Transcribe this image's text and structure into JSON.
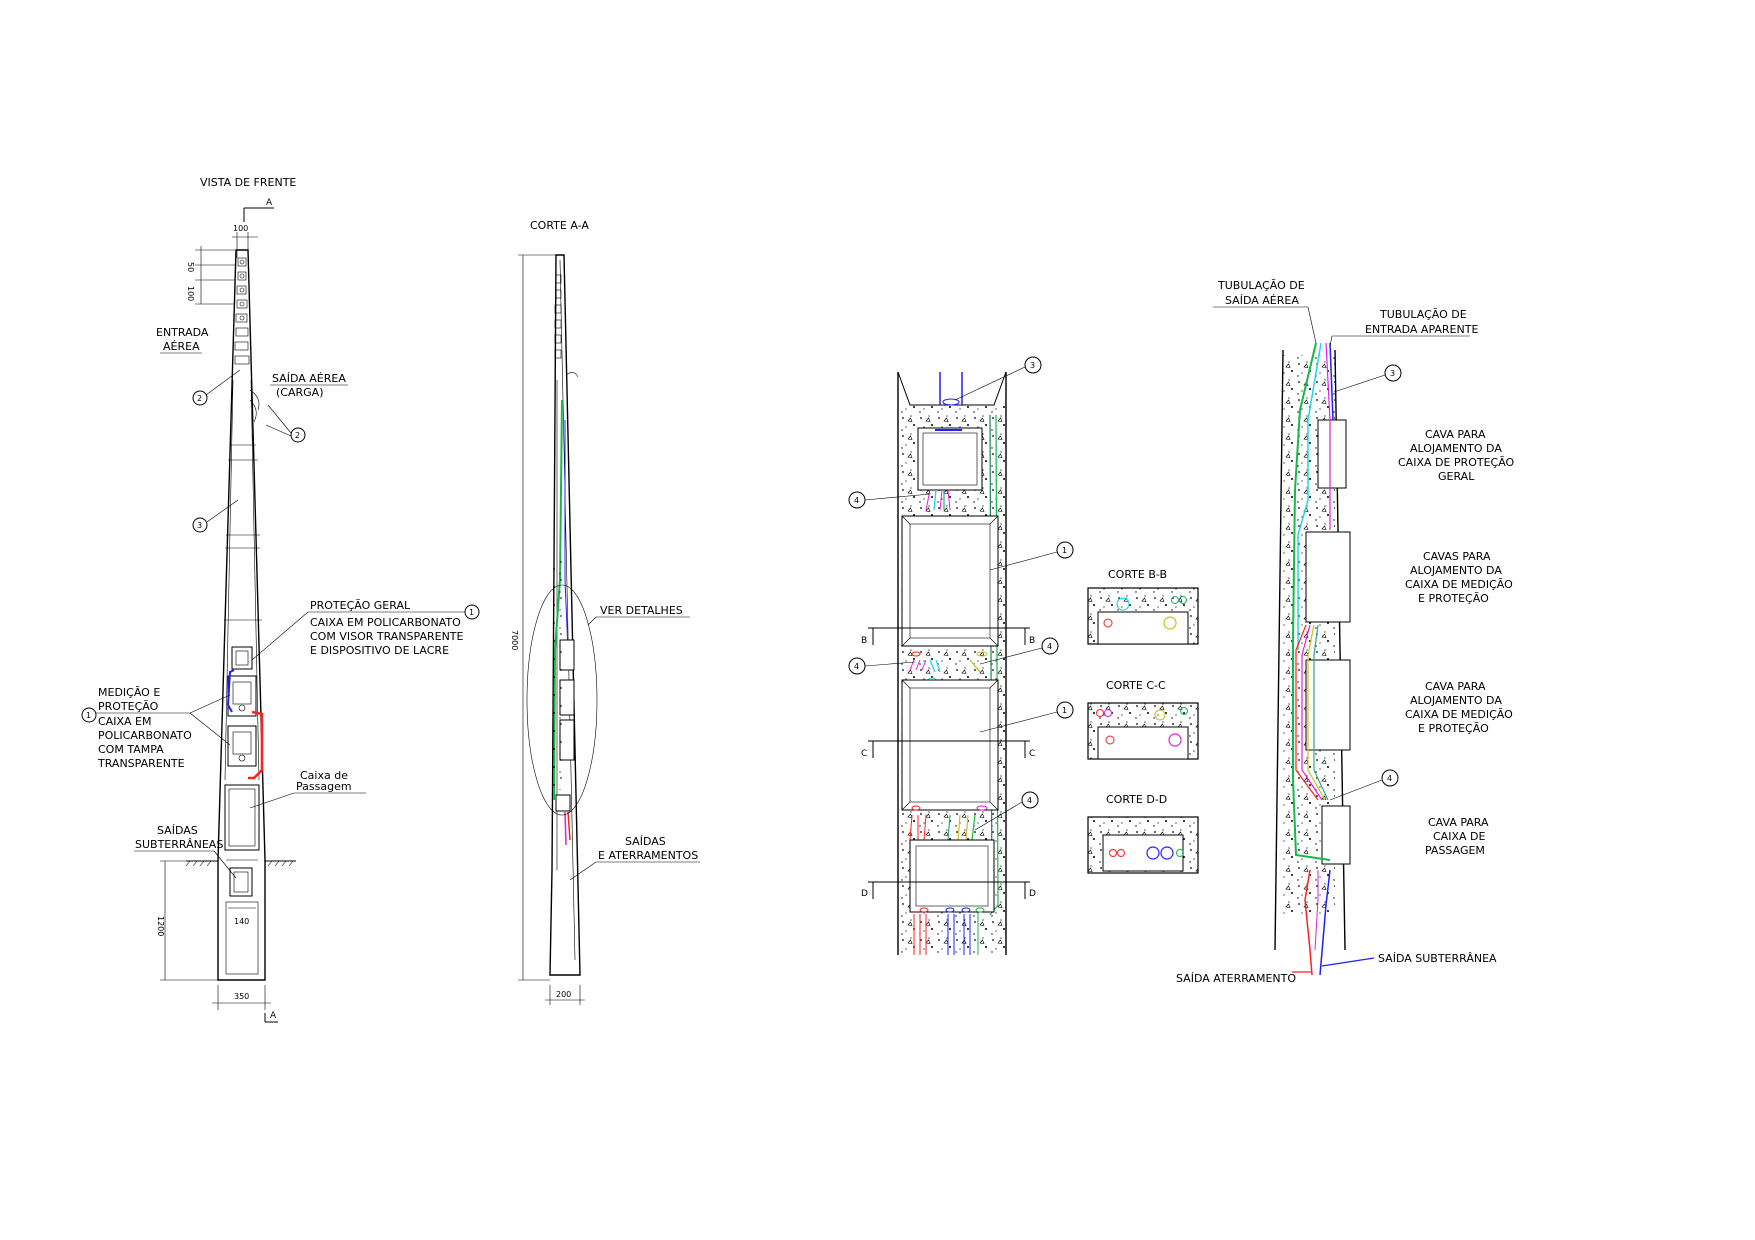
{
  "views": {
    "front": {
      "title": "VISTA DE FRENTE",
      "section_mark": "A"
    },
    "corte_aa": {
      "title": "CORTE A-A"
    },
    "corte_bb": {
      "title": "CORTE B-B",
      "mark": "B"
    },
    "corte_cc": {
      "title": "CORTE C-C",
      "mark": "C"
    },
    "corte_dd": {
      "title": "CORTE D-D",
      "mark": "D"
    }
  },
  "dimensions": {
    "top_width": "100",
    "spacing_small": "50",
    "spacing_large": "100",
    "buried_depth": "1200",
    "box_width": "140",
    "base_width": "350",
    "total_height": "7000",
    "side_width": "200"
  },
  "balloons": {
    "b1": "1",
    "b2": "2",
    "b3": "3",
    "b4": "4"
  },
  "labels": {
    "entrada_aerea_1": "ENTRADA",
    "entrada_aerea_2": "AÉREA",
    "saida_aerea_1": "SAÍDA AÉREA",
    "saida_aerea_2": "(CARGA)",
    "protecao_geral": "PROTEÇÃO GERAL",
    "caixa_policarbonato_1": "CAIXA EM POLICARBONATO",
    "caixa_policarbonato_2": "COM VISOR TRANSPARENTE",
    "caixa_policarbonato_3": "E DISPOSITIVO DE LACRE",
    "medicao_1": "MEDIÇÃO E",
    "medicao_2": "PROTEÇÃO",
    "medicao_3": "CAIXA EM",
    "medicao_4": "POLICARBONATO",
    "medicao_5": "COM TAMPA",
    "medicao_6": "TRANSPARENTE",
    "caixa_passagem_1": "Caixa de",
    "caixa_passagem_2": "Passagem",
    "saidas_sub_1": "SAÍDAS",
    "saidas_sub_2": "SUBTERRÂNEAS",
    "ver_detalhes": "VER DETALHES",
    "saidas_aterr_1": "SAÍDAS",
    "saidas_aterr_2": "E ATERRAMENTOS",
    "tub_saida_1": "TUBULAÇÃO DE",
    "tub_saida_2": "SAÍDA AÉREA",
    "tub_entrada_1": "TUBULAÇÃO DE",
    "tub_entrada_2": "ENTRADA APARENTE",
    "cava_pg_1": "CAVA PARA",
    "cava_pg_2": "ALOJAMENTO DA",
    "cava_pg_3": "CAIXA DE PROTEÇÃO",
    "cava_pg_4": "GERAL",
    "cavas_mp_1": "CAVAS PARA",
    "cavas_mp_2": "ALOJAMENTO DA",
    "cavas_mp_3": "CAIXA DE MEDIÇÃO",
    "cavas_mp_4": "E PROTEÇÃO",
    "cava_mp_1": "CAVA PARA",
    "cava_mp_2": "ALOJAMENTO DA",
    "cava_mp_3": "CAIXA DE MEDIÇÃO",
    "cava_mp_4": "E PROTEÇÃO",
    "cava_cp_1": "CAVA PARA",
    "cava_cp_2": "CAIXA DE",
    "cava_cp_3": "PASSAGEM",
    "saida_aterramento": "SAÍDA ATERRAMENTO",
    "saida_subterranea": "SAÍDA SUBTERRÂNEA"
  },
  "colors": {
    "blue": "#2020ff",
    "red": "#ff2020",
    "green": "#16b84a",
    "cyan": "#22d8e8",
    "magenta": "#e020e0",
    "yellow": "#c8c020",
    "dark_green": "#208060",
    "teal": "#2aa890"
  }
}
